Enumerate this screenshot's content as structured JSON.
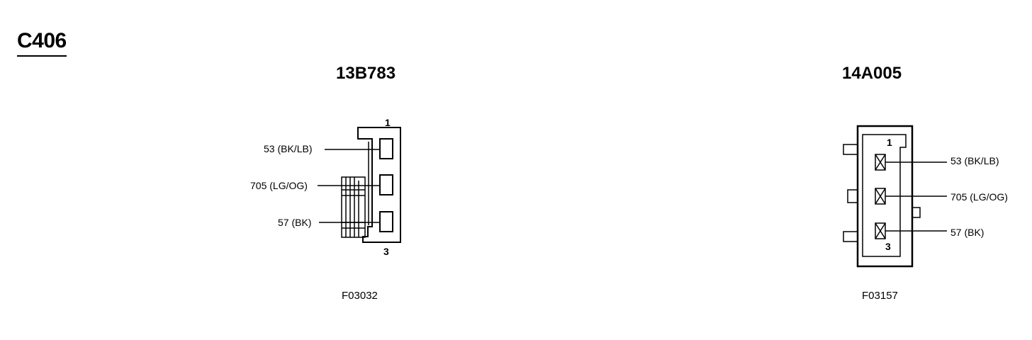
{
  "title": "C406",
  "connectors": [
    {
      "part_number": "13B783",
      "figure_code": "F03032",
      "pin_first": "1",
      "pin_last": "3",
      "wires": [
        {
          "label": "53 (BK/LB)"
        },
        {
          "label": "705 (LG/OG)"
        },
        {
          "label": "57 (BK)"
        }
      ]
    },
    {
      "part_number": "14A005",
      "figure_code": "F03157",
      "pin_first": "1",
      "pin_last": "3",
      "wires": [
        {
          "label": "53 (BK/LB)"
        },
        {
          "label": "705 (LG/OG)"
        },
        {
          "label": "57 (BK)"
        }
      ]
    }
  ]
}
